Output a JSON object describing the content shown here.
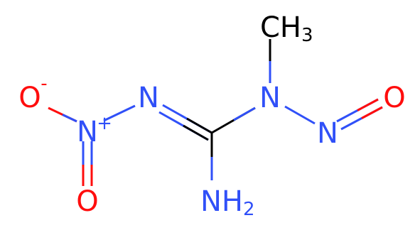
{
  "colors": {
    "nitrogen": "#3050f8",
    "oxygen": "#ff0d0d",
    "carbon": "#000000",
    "background": "#ffffff"
  },
  "atoms": {
    "o_minus": {
      "symbol": "O",
      "charge": "-"
    },
    "n_plus": {
      "symbol": "N",
      "charge": "+"
    },
    "o_double": {
      "symbol": "O"
    },
    "n_imine": {
      "symbol": "N"
    },
    "n_methyl": {
      "symbol": "N"
    },
    "methyl": {
      "symbol": "CH",
      "subscript": "3"
    },
    "n_nitroso": {
      "symbol": "N"
    },
    "o_nitroso": {
      "symbol": "O"
    },
    "amine": {
      "symbol": "NH",
      "subscript": "2"
    }
  }
}
